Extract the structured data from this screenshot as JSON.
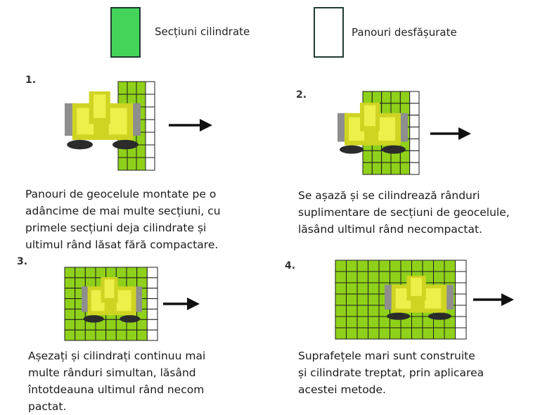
{
  "legend": [
    {
      "label": "Secțiuni cilindrate",
      "color": "#44d45a"
    },
    {
      "label": "Panouri desfășurate",
      "color": "#ffffff"
    }
  ],
  "colors": {
    "cell_compacted": "#8fd11a",
    "cell_open": "#ffffff",
    "grid_line": "#1c1c1c",
    "roller_body": "#cfd422",
    "roller_light": "#eef04a",
    "roller_drum": "#8e8e8e",
    "wheel": "#2b2b2b",
    "arrow": "#111111"
  },
  "steps": [
    {
      "number": "1.",
      "caption": [
        "Panouri de geocelule montate pe o",
        "adâncime de mai multe secțiuni, cu",
        "primele secțiuni deja cilindrate și",
        "ultimul rând lăsat fără compactare."
      ],
      "grid": {
        "rows": 7,
        "cols": 4,
        "compacted_cols": 3
      }
    },
    {
      "number": "2.",
      "caption": [
        "Se așază și se cilindrează rânduri",
        "suplimentare de secțiuni de geocelule,",
        "lăsând ultimul rând necompactat."
      ],
      "grid": {
        "rows": 7,
        "cols": 6,
        "compacted_cols": 5
      }
    },
    {
      "number": "3.",
      "caption": [
        "Așezați și cilindrați continuu mai",
        "multe rânduri simultan, lăsând",
        "întotdeauna ultimul rând necom",
        "pactat."
      ],
      "grid": {
        "rows": 7,
        "cols": 9,
        "compacted_cols": 8
      }
    },
    {
      "number": "4.",
      "caption": [
        "Suprafețele mari sunt construite",
        "și cilindrate treptat, prin aplicarea",
        "acestei metode."
      ],
      "grid": {
        "rows": 7,
        "cols": 12,
        "compacted_cols": 11
      }
    }
  ]
}
